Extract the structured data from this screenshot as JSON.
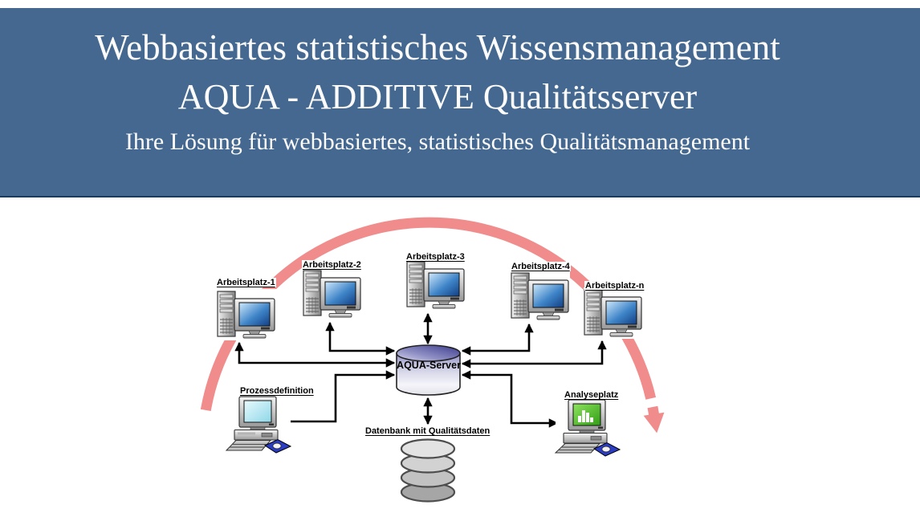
{
  "header": {
    "line1": "Webbasiertes statistisches Wissensmanagement",
    "line2": "AQUA - ADDITIVE Qualitätsserver",
    "line3": "Ihre Lösung für webbasiertes, statistisches Qualitätsmanagement"
  },
  "diagram": {
    "workstations": [
      {
        "label": "Arbeitsplatz-1"
      },
      {
        "label": "Arbeitsplatz-2"
      },
      {
        "label": "Arbeitsplatz-3"
      },
      {
        "label": "Arbeitsplatz-4"
      },
      {
        "label": "Arbeitsplatz-n"
      }
    ],
    "server": {
      "label": "AQUA-Server"
    },
    "process": {
      "label": "Prozessdefinition"
    },
    "analysis": {
      "label": "Analyseplatz"
    },
    "database": {
      "label": "Datenbank mit Qualitätsdaten"
    },
    "icons": {
      "workstation": "tower-pc-with-monitor",
      "process": "desktop-pc-with-keyboard-and-mouse",
      "analysis": "desktop-pc-with-bar-chart-screen",
      "server": "cylinder",
      "database": "stacked-disks",
      "arc": "curved-arrow"
    }
  },
  "colors": {
    "header_bg": "#44688F",
    "header_text": "#FCFCFC",
    "arc_color": "#F18C8C",
    "connector_color": "#000000",
    "label_color": "#000000"
  }
}
